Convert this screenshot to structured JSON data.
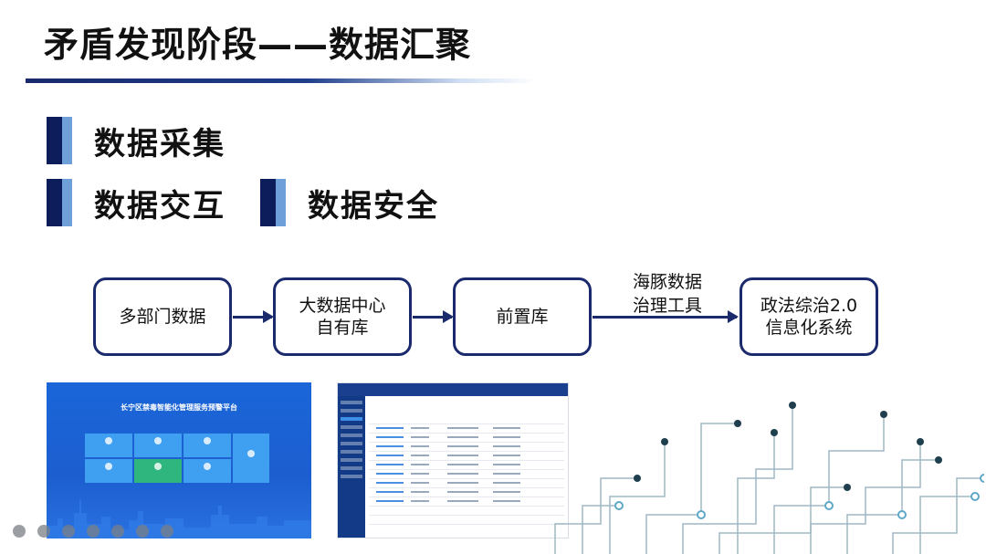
{
  "slide": {
    "title": "矛盾发现阶段——数据汇聚",
    "tags": [
      "数据采集",
      "数据交互",
      "数据安全"
    ]
  },
  "flow": {
    "nodes": [
      {
        "line1": "多部门数据",
        "line2": ""
      },
      {
        "line1": "大数据中心",
        "line2": "自有库"
      },
      {
        "line1": "前置库",
        "line2": ""
      },
      {
        "line1": "政法综治2.0",
        "line2": "信息化系统"
      }
    ],
    "edge_label_line1": "海豚数据",
    "edge_label_line2": "治理工具"
  },
  "screenshots": {
    "platform_title": "长宁区禁毒智能化管理服务预警平台"
  },
  "colors": {
    "accent_dark": "#1a2a6c",
    "accent_light": "#6f9fd8",
    "platform_blue": "#1a66d9"
  },
  "icons": [
    "prev-icon",
    "next-icon",
    "pen-icon",
    "settings-icon",
    "camera-icon",
    "dots-icon",
    "screen-icon"
  ]
}
